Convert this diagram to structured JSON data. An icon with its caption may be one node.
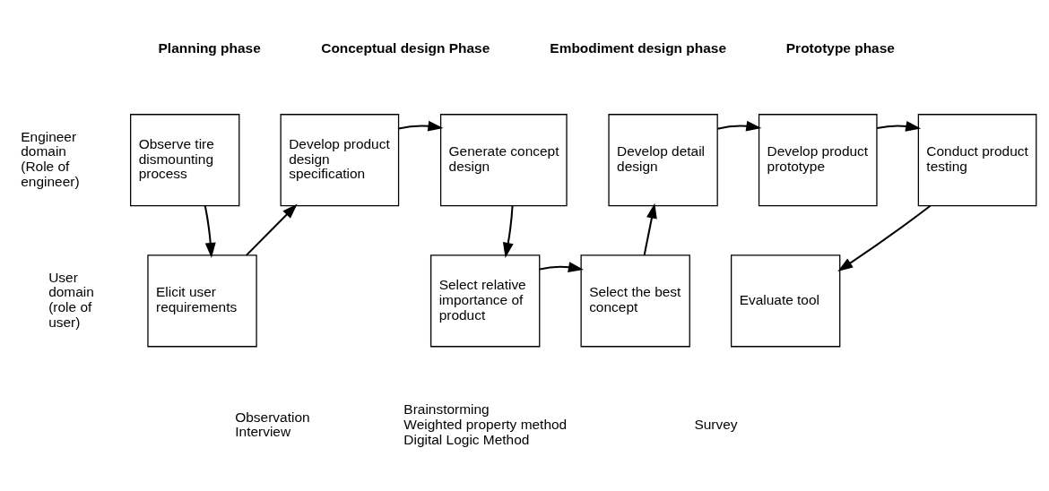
{
  "diagram": {
    "nodes": [
      {
        "text": [
          "Observe tire dismounting process"
        ]
      },
      {
        "text": [
          "Develop product design specification"
        ]
      },
      {
        "text": [
          "Generate concept design"
        ]
      },
      {
        "text": [
          "Develop detail design"
        ]
      },
      {
        "text": [
          "Develop product prototype"
        ]
      },
      {
        "text": [
          "Conduct product testing"
        ]
      },
      {
        "text": [
          "Elicit user requirements"
        ]
      },
      {
        "text": [
          "Select relative importance of product"
        ]
      },
      {
        "text": [
          "Select the best concept"
        ]
      },
      {
        "text": [
          "Evaluate tool"
        ]
      }
    ],
    "edges": [
      {
        "from": 0,
        "to": 6,
        "arrow": "to"
      },
      {
        "from": 6,
        "to": 1,
        "arrow": "to"
      },
      {
        "from": 1,
        "to": 2,
        "arrow": "to"
      },
      {
        "from": 2,
        "to": 7,
        "arrow": "to"
      },
      {
        "from": 7,
        "to": 8,
        "arrow": "to"
      },
      {
        "from": 8,
        "to": 3,
        "arrow": "to"
      },
      {
        "from": 3,
        "to": 4,
        "arrow": "to"
      },
      {
        "from": 4,
        "to": 5,
        "arrow": "to"
      },
      {
        "from": 5,
        "to": 9,
        "arrow": "to"
      }
    ],
    "labels": [
      "Planning phase",
      "Conceptual design Phase",
      "Embodiment design phase",
      "Prototype phase",
      "Engineer domain (Role of engineer)",
      "User domain (role of user)",
      "Observation",
      "Interview",
      "Brainstorming",
      "Weighted property method",
      "Digital Logic Method",
      "Survey"
    ]
  }
}
